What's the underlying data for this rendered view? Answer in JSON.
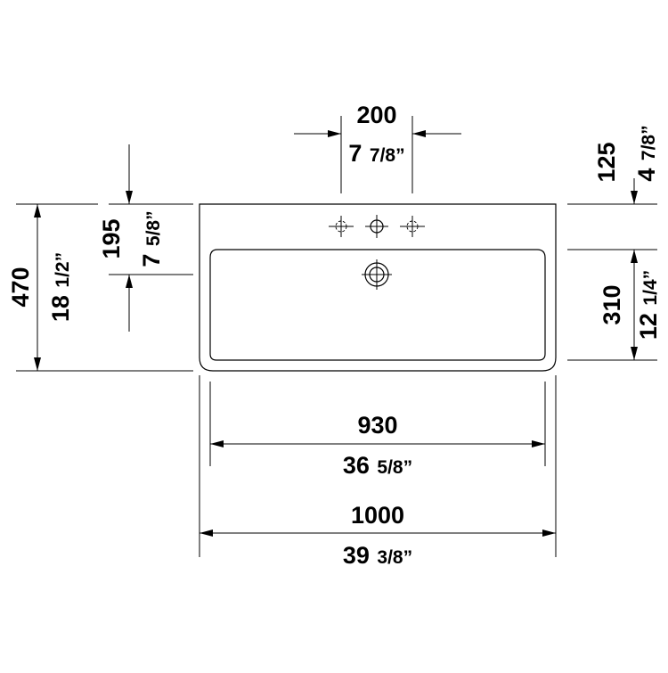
{
  "dimensions": {
    "tap_spacing": {
      "mm": "200",
      "in_whole": "7",
      "in_frac": "7/8”"
    },
    "rim_to_tap": {
      "mm": "125",
      "in_whole": "4",
      "in_frac": "7/8”"
    },
    "rim_to_drain": {
      "mm": "195",
      "in_whole": "7",
      "in_frac": "5/8”"
    },
    "total_depth": {
      "mm": "470",
      "in_whole": "18",
      "in_frac": "1/2”"
    },
    "bowl_depth": {
      "mm": "310",
      "in_whole": "12",
      "in_frac": "1/4”"
    },
    "bowl_width": {
      "mm": "930",
      "in_whole": "36",
      "in_frac": "5/8”"
    },
    "total_width": {
      "mm": "1000",
      "in_whole": "39",
      "in_frac": "3/8”"
    }
  },
  "colors": {
    "line": "#000000",
    "background": "#ffffff"
  }
}
